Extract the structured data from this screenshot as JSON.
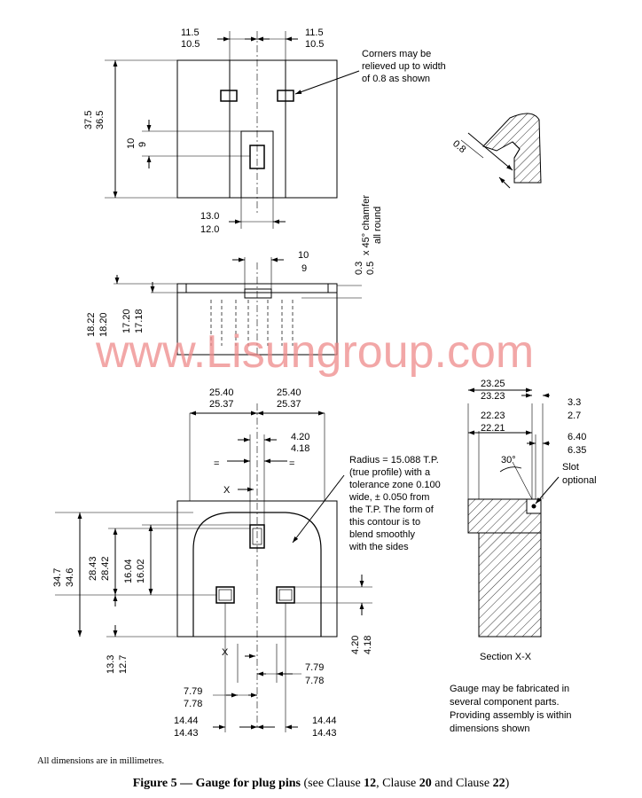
{
  "figure": {
    "caption_bold": "Figure 5 — Gauge for plug pins",
    "caption_pre": " (see Clause ",
    "clause1": "12",
    "caption_mid1": ", Clause ",
    "clause2": "20",
    "caption_mid2": " and Clause ",
    "clause3": "22",
    "caption_post": ")",
    "units_note": "All dimensions are in millimetres."
  },
  "watermark": "www.Lisungroup.com",
  "top_view": {
    "dim_11_5_left": "11.5",
    "dim_10_5_left": "10.5",
    "dim_11_5_right": "11.5",
    "dim_10_5_right": "10.5",
    "dim_37_5": "37.5",
    "dim_36_5": "36.5",
    "dim_10": "10",
    "dim_9": "9",
    "dim_13_0": "13.0",
    "dim_12_0": "12.0",
    "corner_note_1": "Corners may be",
    "corner_note_2": "relieved up to width",
    "corner_note_3": "of 0.8 as shown",
    "detail_dim": "0.8"
  },
  "side_view": {
    "dim_10": "10",
    "dim_9": "9",
    "chamfer_1": "0.3",
    "chamfer_2": "0.5",
    "chamfer_text_1": "x 45° chamfer",
    "chamfer_text_2": "all round",
    "dim_18_22": "18.22",
    "dim_18_20": "18.20",
    "dim_17_20": "17.20",
    "dim_17_18": "17.18"
  },
  "front_view": {
    "dim_25_40_l": "25.40",
    "dim_25_37_l": "25.37",
    "dim_25_40_r": "25.40",
    "dim_25_37_r": "25.37",
    "dim_4_20_top": "4.20",
    "dim_4_18_top": "4.18",
    "eq_left": "=",
    "eq_right": "=",
    "x_top": "X",
    "x_bottom": "X",
    "dim_34_7": "34.7",
    "dim_34_6": "34.6",
    "dim_28_43": "28.43",
    "dim_28_42": "28.42",
    "dim_16_04": "16.04",
    "dim_16_02": "16.02",
    "dim_13_3": "13.3",
    "dim_12_7": "12.7",
    "dim_4_20_side": "4.20",
    "dim_4_18_side": "4.18",
    "dim_7_79_r": "7.79",
    "dim_7_78_r": "7.78",
    "dim_7_79_l": "7.79",
    "dim_7_78_l": "7.78",
    "dim_14_44_l": "14.44",
    "dim_14_43_l": "14.43",
    "dim_14_44_r": "14.44",
    "dim_14_43_r": "14.43",
    "radius_note": [
      "Radius = 15.088 T.P.",
      "(true profile) with a",
      "tolerance zone 0.100",
      "wide, ± 0.050 from",
      "the T.P. The form of",
      "this contour is to",
      "blend smoothly",
      "with the sides"
    ]
  },
  "section": {
    "dim_23_25": "23.25",
    "dim_23_23": "23.23",
    "dim_22_23": "22.23",
    "dim_22_21": "22.21",
    "dim_3_3": "3.3",
    "dim_2_7": "2.7",
    "dim_6_40": "6.40",
    "dim_6_35": "6.35",
    "angle": "30°",
    "slot_1": "Slot",
    "slot_2": "optional",
    "title": "Section X-X",
    "fab_note": [
      "Gauge may be fabricated in",
      "several component parts.",
      "Providing assembly is within",
      "dimensions shown"
    ]
  }
}
